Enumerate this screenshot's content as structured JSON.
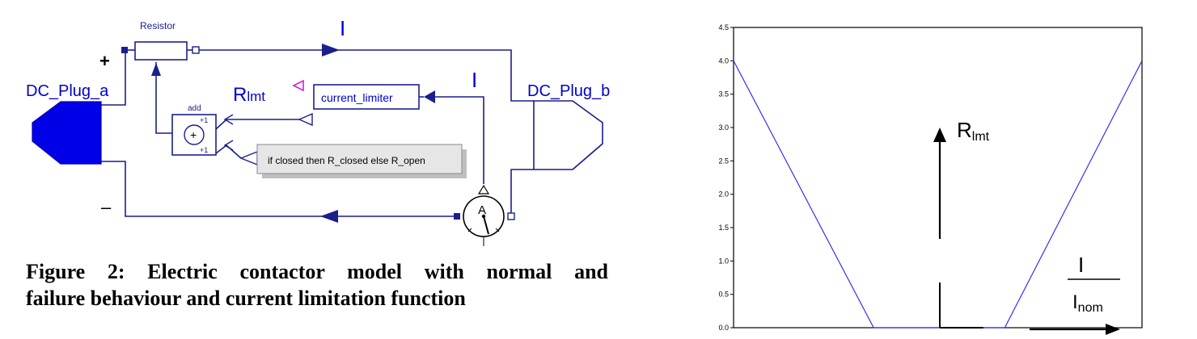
{
  "diagram": {
    "resistor_label": "Resistor",
    "plus_sign": "+",
    "minus_sign": "–",
    "plug_a_label": "DC_Plug_a",
    "plug_b_label": "DC_Plug_b",
    "current_top": "I",
    "current_mid": "I",
    "rlmt_main": "R",
    "rlmt_sub": "lmt",
    "add_label": "add",
    "add_in1": "+1",
    "add_in2": "+1",
    "add_symbol": "+",
    "limiter_label": "current_limiter",
    "condition_label": "if closed then R_closed else R_open",
    "ammeter_symbol": "A",
    "colors": {
      "wire": "#1a1f8c",
      "plug": "#0000e6",
      "text_blue": "#0000cc",
      "accent": "#d000d0"
    }
  },
  "caption": {
    "line1": "Figure 2: Electric contactor model with normal and",
    "line2": "failure behaviour and current limitation function"
  },
  "chart_data": {
    "type": "line",
    "yticks": [
      "4.5",
      "4.0",
      "3.5",
      "3.0",
      "2.5",
      "2.0",
      "1.5",
      "1.0",
      "0.5",
      "0.0"
    ],
    "ylim": [
      0,
      4.5
    ],
    "x": [
      0,
      0.343,
      0.664,
      1.0
    ],
    "series": [
      {
        "values": [
          4.0,
          0.0,
          0.0,
          4.0
        ]
      }
    ],
    "annotations": {
      "rlmt_main": "R",
      "rlmt_sub": "lmt",
      "ratio_num": "I",
      "ratio_den_main": "I",
      "ratio_den_sub": "nom"
    },
    "colors": {
      "line": "#3333ee",
      "frame": "#000000"
    }
  }
}
